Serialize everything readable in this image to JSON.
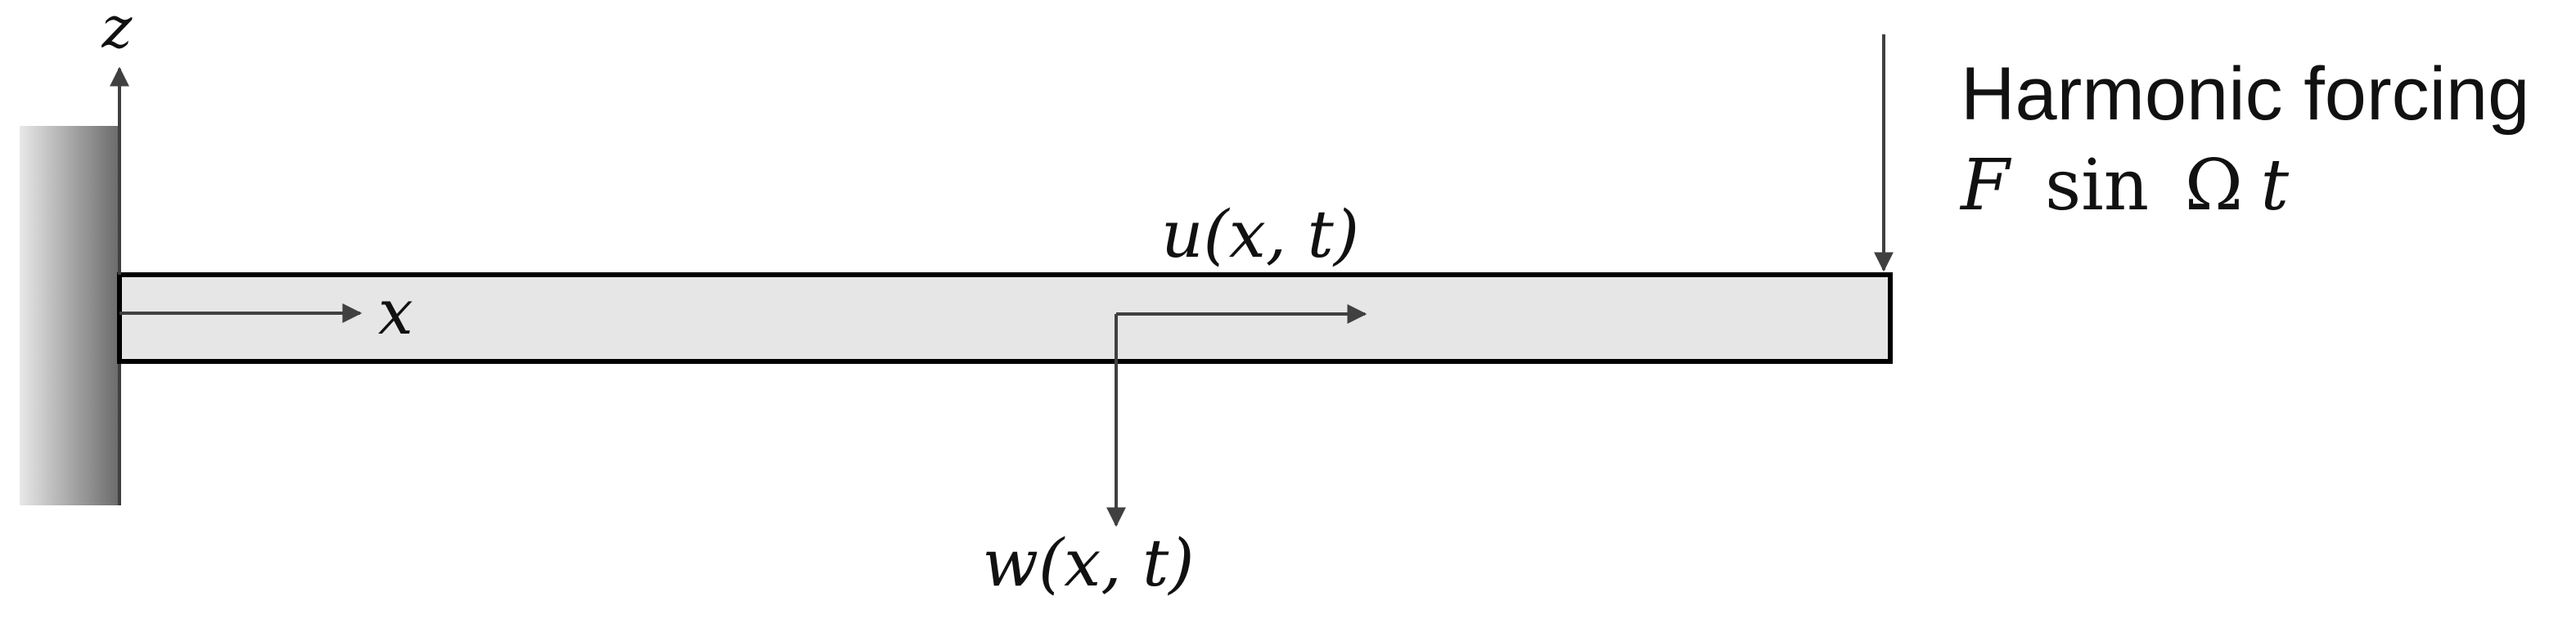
{
  "axes": {
    "z_label": "z",
    "x_label": "x"
  },
  "displacements": {
    "u_label": "u(x, t)",
    "w_label": "w(x, t)"
  },
  "forcing": {
    "title": "Harmonic forcing",
    "expr_F": "F",
    "expr_sin": "sin",
    "expr_omega_t": "Ω",
    "expr_t": "t"
  },
  "colors": {
    "beam_fill": "#e6e6e6",
    "beam_stroke": "#000000",
    "arrow": "#404040",
    "wall_dark": "#6a6a6a",
    "wall_light": "#e8e8e8"
  }
}
